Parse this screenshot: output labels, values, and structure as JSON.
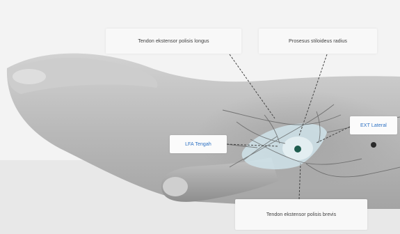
{
  "labels": {
    "top_left": "Tendon ekstensor polisis longus",
    "top_right": "Prosesus stiloideus radius",
    "mid_left": "LFA Tengah",
    "mid_right": "EXT Lateral",
    "bottom": "Tendon ekstensor polisis brevis"
  },
  "colors": {
    "label_text": "#3a3a3a",
    "label_accent": "#2a6fc2",
    "skin": "#b8b8b8",
    "vein": "#5a5a5a",
    "ultrasound_region": "#cfe3ea",
    "marker": "#1f5c4e"
  }
}
